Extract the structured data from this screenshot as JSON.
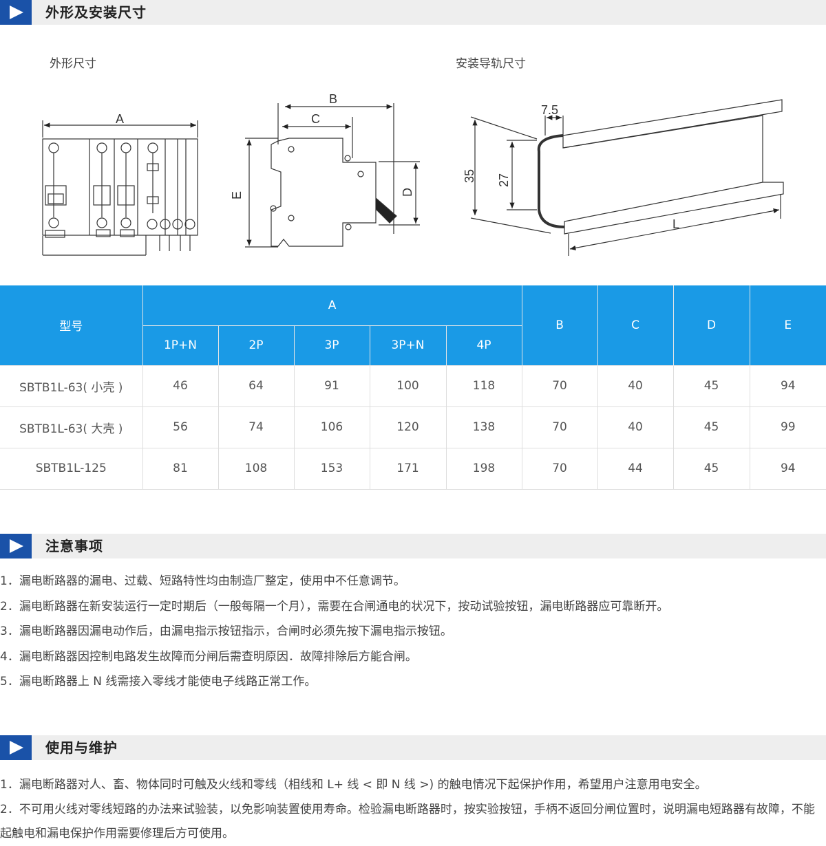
{
  "sections": {
    "dimensions": {
      "title": "外形及安装尺寸"
    },
    "notes": {
      "title": "注意事项"
    },
    "maintenance": {
      "title": "使用与维护"
    }
  },
  "drawing": {
    "outline_caption": "外形尺寸",
    "rail_caption": "安装导轨尺寸",
    "labels": {
      "A": "A",
      "B": "B",
      "C": "C",
      "D": "D",
      "E": "E",
      "rail_width": "7.5",
      "rail_35": "35",
      "rail_27": "27",
      "rail_L": "L"
    }
  },
  "table": {
    "header": {
      "model": "型号",
      "A": "A",
      "sub": [
        "1P+N",
        "2P",
        "3P",
        "3P+N",
        "4P"
      ],
      "B": "B",
      "C": "C",
      "D": "D",
      "E": "E"
    },
    "rows": [
      {
        "model": "SBTB1L-63( 小壳 )",
        "cells": [
          "46",
          "64",
          "91",
          "100",
          "118",
          "70",
          "40",
          "45",
          "94"
        ]
      },
      {
        "model": "SBTB1L-63( 大壳 )",
        "cells": [
          "56",
          "74",
          "106",
          "120",
          "138",
          "70",
          "40",
          "45",
          "99"
        ]
      },
      {
        "model": "SBTB1L-125",
        "cells": [
          "81",
          "108",
          "153",
          "171",
          "198",
          "70",
          "44",
          "45",
          "94"
        ]
      }
    ]
  },
  "notes": [
    "1．漏电断路器的漏电、过载、短路特性均由制造厂整定，使用中不任意调节。",
    "2．漏电断路器在新安装运行一定时期后（一般每隔一个月），需要在合闸通电的状况下，按动试验按钮，漏电断路器应可靠断开。",
    "3．漏电断路器因漏电动作后，由漏电指示按钮指示，合闸时必须先按下漏电指示按钮。",
    "4．漏电断路器因控制电路发生故障而分闸后需查明原因．故障排除后方能合闸。",
    "5．漏电断路器上 N 线需接入零线才能使电子线路正常工作。"
  ],
  "maintenance": [
    "1．漏电断路器对人、畜、物体同时可触及火线和零线（相线和 L+ 线 < 即 N 线 >) 的触电情况下起保护作用，希望用户注意用电安全。",
    "2．不可用火线对零线短路的办法来试验装，以免影响装置使用寿命。检验漏电断路器时，按实验按钮，手柄不返回分闸位置时，说明漏电短路器有故障，不能起触电和漏电保护作用需要修理后方可使用。"
  ],
  "colors": {
    "accent": "#1a52a8",
    "table_header": "#1a9ae6",
    "section_bg": "#eeeeee"
  }
}
